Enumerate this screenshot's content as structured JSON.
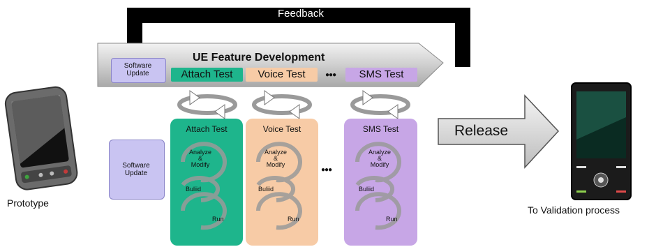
{
  "feedback_label": "Feedback",
  "banner": {
    "title": "UE Feature Development",
    "software_update": "Software\nUpdate",
    "tabs": [
      "Attach Test",
      "Voice Test",
      "SMS Test"
    ],
    "ellipsis": "●●●"
  },
  "columns": [
    {
      "title": "Attach Test",
      "color": "#1eb58c",
      "analyze": "Analyze\n&\nModify",
      "build": "Buliid",
      "run": "Run"
    },
    {
      "title": "Voice Test",
      "color": "#f7cba6",
      "analyze": "Analyze\n&\nModify",
      "build": "Buliid",
      "run": "Run"
    },
    {
      "title": "SMS Test",
      "color": "#c7a6e6",
      "analyze": "Analyze\n&\nModify",
      "build": "Buliid",
      "run": "Run"
    }
  ],
  "software_update_box": "Software\nUpdate",
  "columns_ellipsis": "●●●",
  "release_label": "Release",
  "prototype_label": "Prototype",
  "validation_label": "To Validation process",
  "colors": {
    "attach": "#1eb58c",
    "voice": "#f7cba6",
    "sms": "#c7a6e6",
    "software_update": "#c9c4f2",
    "banner": "#c8c8c8"
  }
}
